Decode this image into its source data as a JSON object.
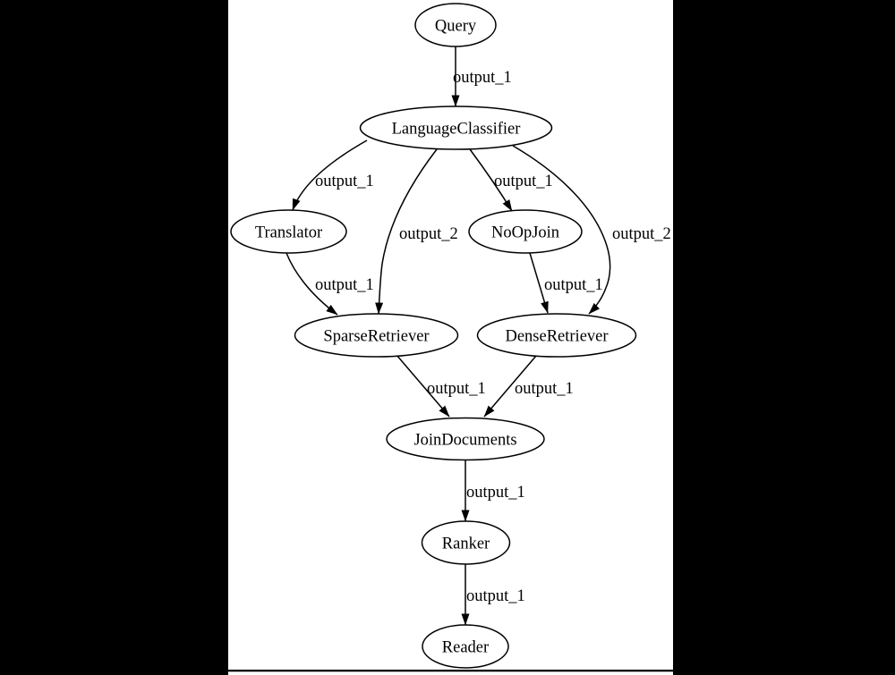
{
  "diagram": {
    "type": "directed-graph",
    "colors": {
      "page_background": "#000000",
      "canvas_background": "#ffffff",
      "stroke": "#000000",
      "text": "#000000"
    },
    "nodes": [
      {
        "id": "Query",
        "label": "Query"
      },
      {
        "id": "LanguageClassifier",
        "label": "LanguageClassifier"
      },
      {
        "id": "Translator",
        "label": "Translator"
      },
      {
        "id": "NoOpJoin",
        "label": "NoOpJoin"
      },
      {
        "id": "SparseRetriever",
        "label": "SparseRetriever"
      },
      {
        "id": "DenseRetriever",
        "label": "DenseRetriever"
      },
      {
        "id": "JoinDocuments",
        "label": "JoinDocuments"
      },
      {
        "id": "Ranker",
        "label": "Ranker"
      },
      {
        "id": "Reader",
        "label": "Reader"
      }
    ],
    "edges": [
      {
        "from": "Query",
        "to": "LanguageClassifier",
        "label": "output_1"
      },
      {
        "from": "LanguageClassifier",
        "to": "Translator",
        "label": "output_1"
      },
      {
        "from": "LanguageClassifier",
        "to": "SparseRetriever",
        "label": "output_2"
      },
      {
        "from": "LanguageClassifier",
        "to": "NoOpJoin",
        "label": "output_1"
      },
      {
        "from": "LanguageClassifier",
        "to": "DenseRetriever",
        "label": "output_2"
      },
      {
        "from": "Translator",
        "to": "SparseRetriever",
        "label": "output_1"
      },
      {
        "from": "NoOpJoin",
        "to": "DenseRetriever",
        "label": "output_1"
      },
      {
        "from": "SparseRetriever",
        "to": "JoinDocuments",
        "label": "output_1"
      },
      {
        "from": "DenseRetriever",
        "to": "JoinDocuments",
        "label": "output_1"
      },
      {
        "from": "JoinDocuments",
        "to": "Ranker",
        "label": "output_1"
      },
      {
        "from": "Ranker",
        "to": "Reader",
        "label": "output_1"
      }
    ]
  }
}
